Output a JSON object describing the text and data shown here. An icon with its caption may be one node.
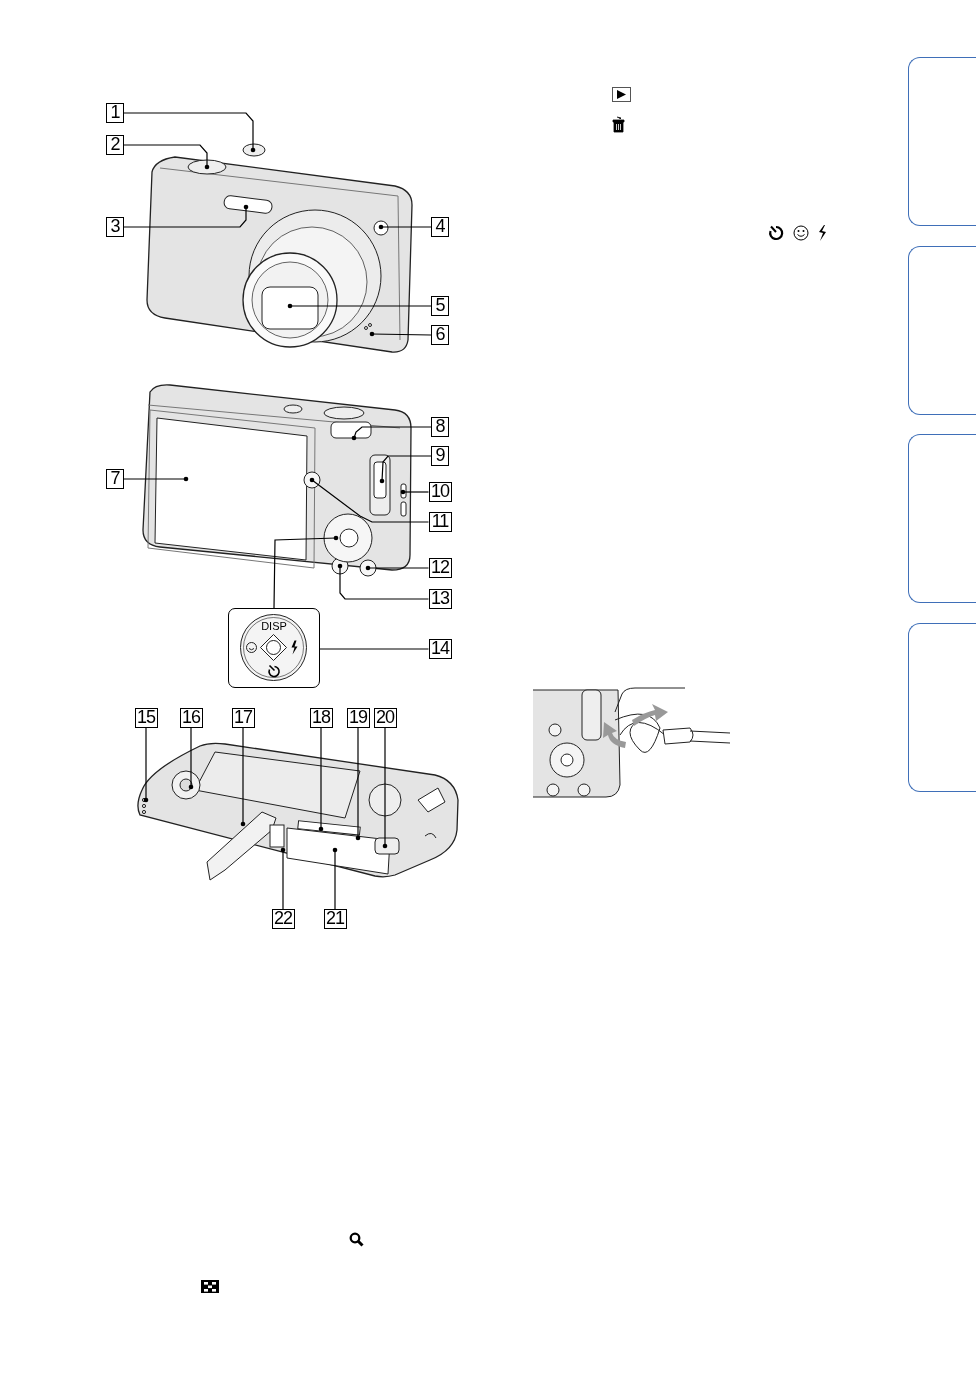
{
  "diagram": {
    "nodes": [
      {
        "text": [
          "1"
        ]
      },
      {
        "text": [
          "2"
        ]
      },
      {
        "text": [
          "3"
        ]
      },
      {
        "text": [
          "4"
        ]
      },
      {
        "text": [
          "5"
        ]
      },
      {
        "text": [
          "6"
        ]
      },
      {
        "text": [
          "7"
        ]
      },
      {
        "text": [
          "8"
        ]
      },
      {
        "text": [
          "9"
        ]
      },
      {
        "text": [
          "10"
        ]
      },
      {
        "text": [
          "11"
        ]
      },
      {
        "text": [
          "12"
        ]
      },
      {
        "text": [
          "13"
        ]
      },
      {
        "text": [
          "14"
        ]
      },
      {
        "text": [
          "15"
        ]
      },
      {
        "text": [
          "16"
        ]
      },
      {
        "text": [
          "17"
        ]
      },
      {
        "text": [
          "18"
        ]
      },
      {
        "text": [
          "19"
        ]
      },
      {
        "text": [
          "20"
        ]
      },
      {
        "text": [
          "21"
        ]
      },
      {
        "text": [
          "22"
        ]
      },
      {
        "text": [
          "DISP"
        ]
      },
      {
        "text": [],
        "shape": "box"
      },
      {
        "text": [],
        "shape": "box"
      },
      {
        "text": [],
        "shape": "box"
      },
      {
        "text": [],
        "shape": "box"
      }
    ],
    "edges": [
      {
        "from": 0,
        "to": null,
        "arrow": "other"
      },
      {
        "from": 1,
        "to": null,
        "arrow": "other"
      },
      {
        "from": 2,
        "to": null,
        "arrow": "other"
      },
      {
        "from": 3,
        "to": null,
        "arrow": "other"
      },
      {
        "from": 4,
        "to": null,
        "arrow": "other"
      },
      {
        "from": 5,
        "to": null,
        "arrow": "other"
      },
      {
        "from": 6,
        "to": null,
        "arrow": "other"
      },
      {
        "from": 7,
        "to": null,
        "arrow": "other"
      },
      {
        "from": 8,
        "to": null,
        "arrow": "other"
      },
      {
        "from": 9,
        "to": null,
        "arrow": "other"
      },
      {
        "from": 10,
        "to": null,
        "arrow": "other"
      },
      {
        "from": 11,
        "to": null,
        "arrow": "other"
      },
      {
        "from": 12,
        "to": null,
        "arrow": "other"
      },
      {
        "from": 13,
        "to": 22,
        "arrow": "none"
      },
      {
        "from": 14,
        "to": null,
        "arrow": "other"
      },
      {
        "from": 15,
        "to": null,
        "arrow": "other"
      },
      {
        "from": 16,
        "to": null,
        "arrow": "other"
      },
      {
        "from": 17,
        "to": null,
        "arrow": "other"
      },
      {
        "from": 18,
        "to": null,
        "arrow": "other"
      },
      {
        "from": 19,
        "to": null,
        "arrow": "other"
      },
      {
        "from": 20,
        "to": null,
        "arrow": "other"
      },
      {
        "from": 21,
        "to": null,
        "arrow": "other"
      },
      {
        "from": 22,
        "to": null,
        "arrow": "other"
      }
    ]
  }
}
